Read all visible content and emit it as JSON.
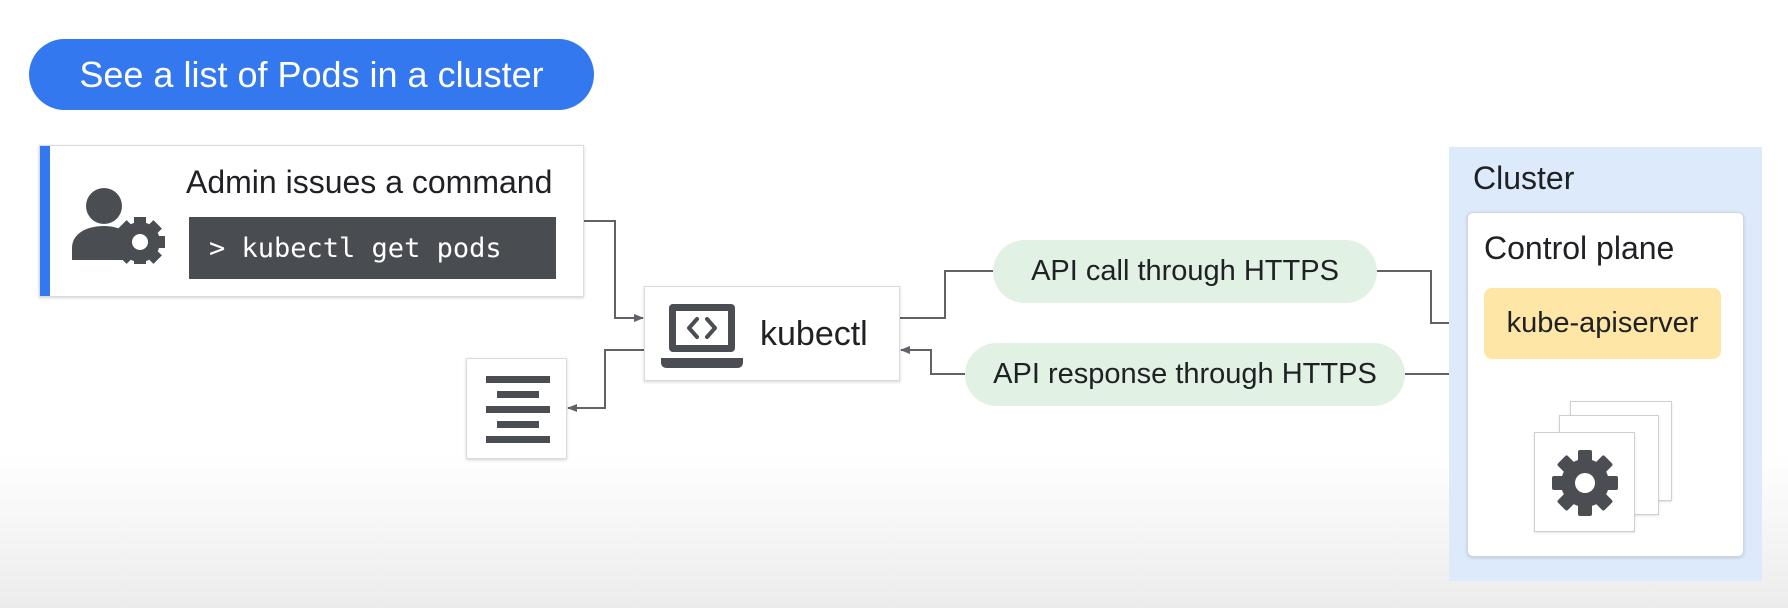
{
  "title": "See a list of Pods in a cluster",
  "admin": {
    "heading": "Admin issues a command",
    "command": "> kubectl get pods",
    "icon": "admin-settings-icon"
  },
  "kubectl": {
    "label": "kubectl",
    "icon": "laptop-code-icon"
  },
  "output": {
    "icon": "text-lines-icon"
  },
  "connections": {
    "request_label": "API call through HTTPS",
    "response_label": "API response through HTTPS"
  },
  "cluster": {
    "label": "Cluster",
    "control_plane": {
      "label": "Control plane",
      "apiserver": "kube-apiserver"
    },
    "pods_icon": "gear-icon"
  },
  "colors": {
    "accent_blue": "#3478f0",
    "pill_green": "#e1f1e3",
    "cluster_blue": "#dceafb",
    "apiserver_yellow": "#fde6a6",
    "command_bg": "#494c50",
    "icon_gray": "#4a4d51"
  }
}
